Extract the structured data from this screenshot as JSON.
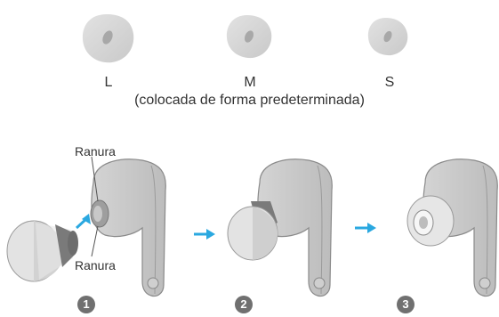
{
  "sizes": [
    {
      "label": "L"
    },
    {
      "label": "M"
    },
    {
      "label": "S"
    }
  ],
  "note": "(colocada de forma predeterminada)",
  "callouts": {
    "top": "Ranura",
    "bottom": "Ranura"
  },
  "steps": [
    "1",
    "2",
    "3"
  ],
  "colors": {
    "tip": "#d6d6d6",
    "tip_hole": "#a8a8a8",
    "earbud_body": "#c8c8c8",
    "earbud_outline": "#8a8a8a",
    "arrow": "#2aa8e0",
    "step_badge": "#707070"
  }
}
